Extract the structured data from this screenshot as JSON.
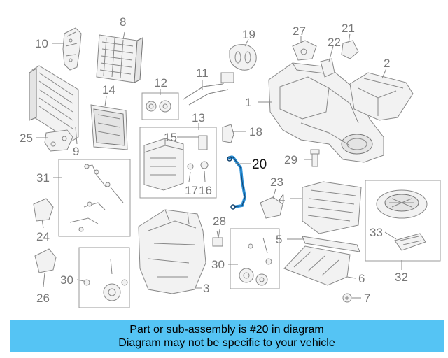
{
  "diagram": {
    "highlight_color": "#2a8fd6",
    "highlighted_part": "20",
    "callouts": {
      "c1": "1",
      "c2": "2",
      "c3": "3",
      "c4": "4",
      "c5": "5",
      "c6": "6",
      "c7": "7",
      "c8": "8",
      "c9": "9",
      "c10": "10",
      "c11": "11",
      "c12": "12",
      "c13": "13",
      "c14": "14",
      "c15": "15",
      "c16": "16",
      "c17": "17",
      "c18": "18",
      "c19": "19",
      "c20": "20",
      "c21": "21",
      "c22": "22",
      "c23": "23",
      "c24": "24",
      "c25": "25",
      "c26": "26",
      "c27": "27",
      "c28": "28",
      "c29": "29",
      "c30a": "30",
      "c30b": "30",
      "c31": "31",
      "c32": "32",
      "c33": "33"
    }
  },
  "caption": {
    "background": "#55c4f4",
    "line1": "Part or sub-assembly is #20 in diagram",
    "line2": "Diagram may not be specific to your vehicle"
  }
}
